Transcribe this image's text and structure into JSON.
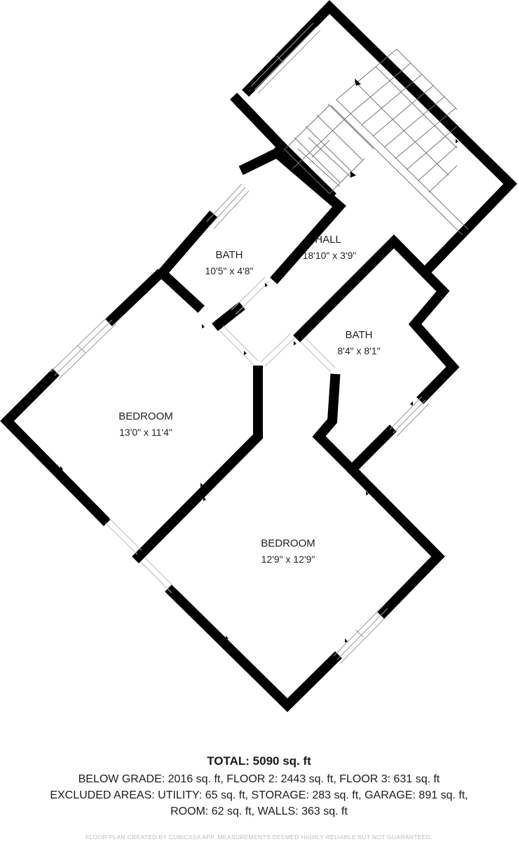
{
  "rooms": [
    {
      "name": "HALL",
      "dims": "18'10\" x 3'9\""
    },
    {
      "name": "BATH",
      "dims": "10'5\" x 4'8\""
    },
    {
      "name": "BATH",
      "dims": "8'4\" x 8'1\""
    },
    {
      "name": "BEDROOM",
      "dims": "13'0\" x 11'4\""
    },
    {
      "name": "BEDROOM",
      "dims": "12'9\" x 12'9\""
    }
  ],
  "totals": {
    "total": "TOTAL: 5090 sq. ft",
    "line1": "BELOW GRADE: 2016 sq. ft, FLOOR 2: 2443 sq. ft, FLOOR 3: 631 sq. ft",
    "line2": "EXCLUDED AREAS: UTILITY: 65 sq. ft, STORAGE: 283 sq. ft, GARAGE: 891 sq. ft,",
    "line3": "ROOM: 62 sq. ft, WALLS: 363 sq. ft"
  },
  "footer": "FLOOR PLAN CREATED BY CUBICASA APP. MEASUREMENTS DEEMED HIGHLY RELIABLE BUT NOT GUARANTEED."
}
